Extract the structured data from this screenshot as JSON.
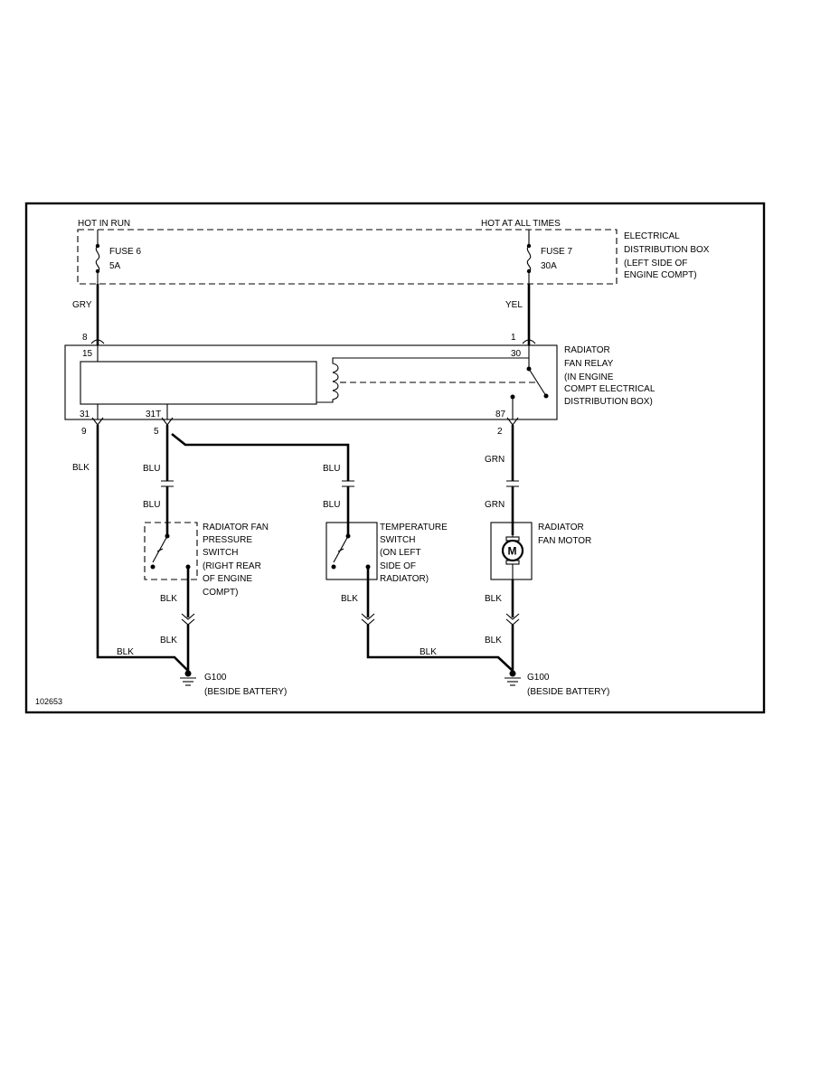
{
  "diagram_id": "102653",
  "power_sources": {
    "hot_in_run": "HOT IN RUN",
    "hot_at_all_times": "HOT AT ALL TIMES"
  },
  "fuses": {
    "fuse6": {
      "name": "FUSE 6",
      "rating": "5A"
    },
    "fuse7": {
      "name": "FUSE 7",
      "rating": "30A"
    }
  },
  "distribution_box": [
    "ELECTRICAL",
    "DISTRIBUTION BOX",
    "(LEFT SIDE OF",
    "ENGINE COMPT)"
  ],
  "relay": {
    "label": [
      "RADIATOR",
      "FAN RELAY",
      "(IN ENGINE",
      "COMPT ELECTRICAL",
      "DISTRIBUTION BOX)"
    ],
    "terminals": {
      "t15": "15",
      "t30": "30",
      "t31": "31",
      "t31t": "31T",
      "t87": "87"
    }
  },
  "connector_pins": {
    "p8": "8",
    "p1": "1",
    "p9": "9",
    "p5": "5",
    "p2": "2"
  },
  "wires": {
    "gry": "GRY",
    "yel": "YEL",
    "blk": "BLK",
    "blu": "BLU",
    "grn": "GRN"
  },
  "components": {
    "pressure_switch": [
      "RADIATOR FAN",
      "PRESSURE",
      "SWITCH",
      "(RIGHT REAR",
      "OF ENGINE",
      "COMPT)"
    ],
    "temperature_switch": [
      "TEMPERATURE",
      "SWITCH",
      "(ON LEFT",
      "SIDE OF",
      "RADIATOR)"
    ],
    "fan_motor": [
      "RADIATOR",
      "FAN MOTOR"
    ],
    "motor_symbol": "M"
  },
  "grounds": {
    "left": {
      "name": "G100",
      "location": "(BESIDE BATTERY)"
    },
    "right": {
      "name": "G100",
      "location": "(BESIDE BATTERY)"
    }
  }
}
